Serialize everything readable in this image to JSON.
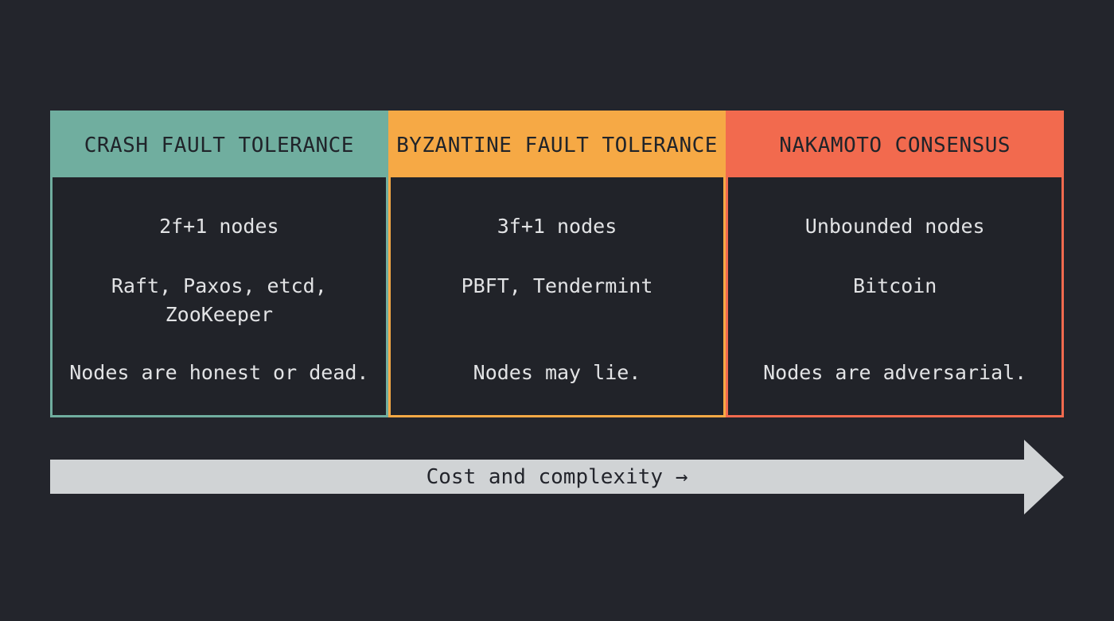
{
  "background": "#23252c",
  "panel_background": "#212329",
  "body_text_color": "#e2e3e5",
  "header_text_color": "#20242a",
  "columns": [
    {
      "title": "CRASH FAULT TOLERANCE",
      "color": "#70ae9f",
      "rows": [
        "2f+1 nodes",
        "Raft, Paxos, etcd,\nZooKeeper",
        "Nodes are honest or dead."
      ]
    },
    {
      "title": "BYZANTINE FAULT TOLERANCE",
      "color": "#f6a945",
      "rows": [
        "3f+1 nodes",
        "PBFT, Tendermint",
        "Nodes may lie."
      ]
    },
    {
      "title": "NAKAMOTO CONSENSUS",
      "color": "#f26a4e",
      "rows": [
        "Unbounded nodes",
        "Bitcoin",
        "Nodes are adversarial."
      ]
    }
  ],
  "arrow": {
    "label": "Cost and complexity →",
    "color": "#d0d3d5"
  }
}
